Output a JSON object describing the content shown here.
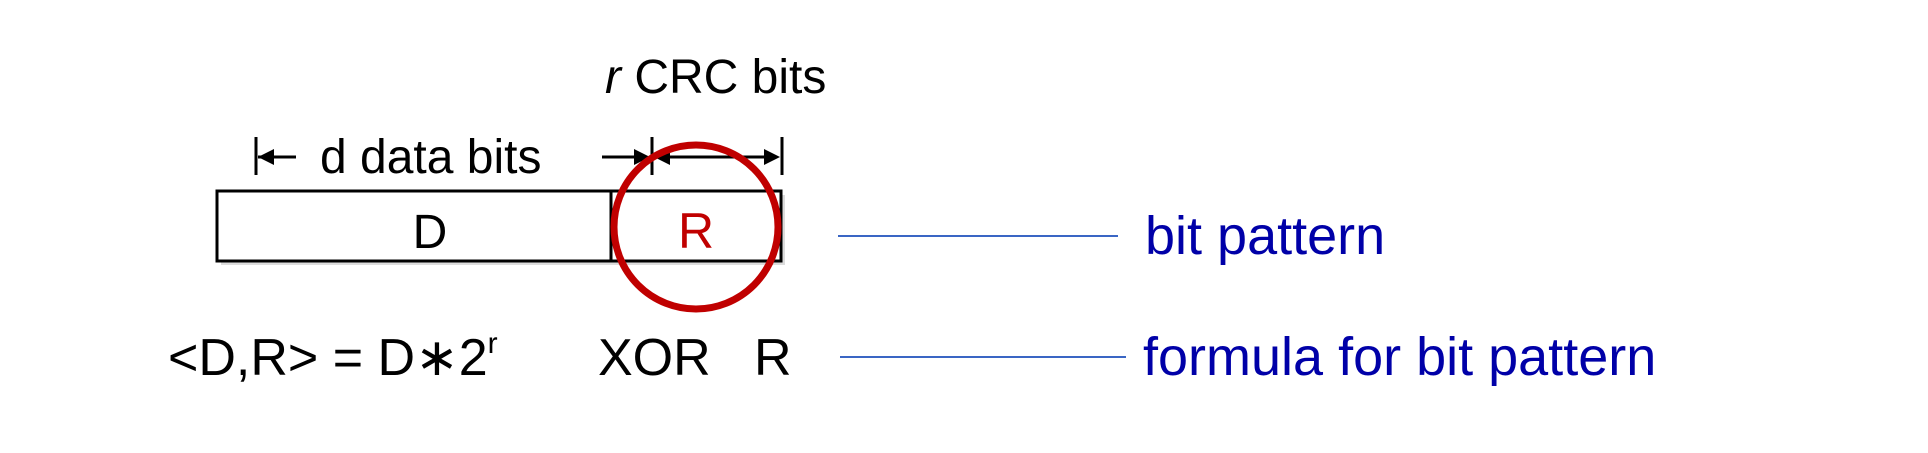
{
  "labels": {
    "crc_var": "r",
    "crc_text": " CRC bits",
    "data_bits": "d data bits",
    "box_d": "D",
    "box_r": "R",
    "formula_lhs": "<D,R> = D",
    "formula_op": "∗",
    "formula_base": "2",
    "formula_exp": "r",
    "formula_xor": "XOR",
    "formula_r": "R",
    "bit_pattern": "bit pattern",
    "formula_label": "formula for bit pattern"
  },
  "colors": {
    "accent_red": "#c00000",
    "label_blue": "#0000a8",
    "leader_line": "#3a66c4",
    "text": "#000000"
  }
}
